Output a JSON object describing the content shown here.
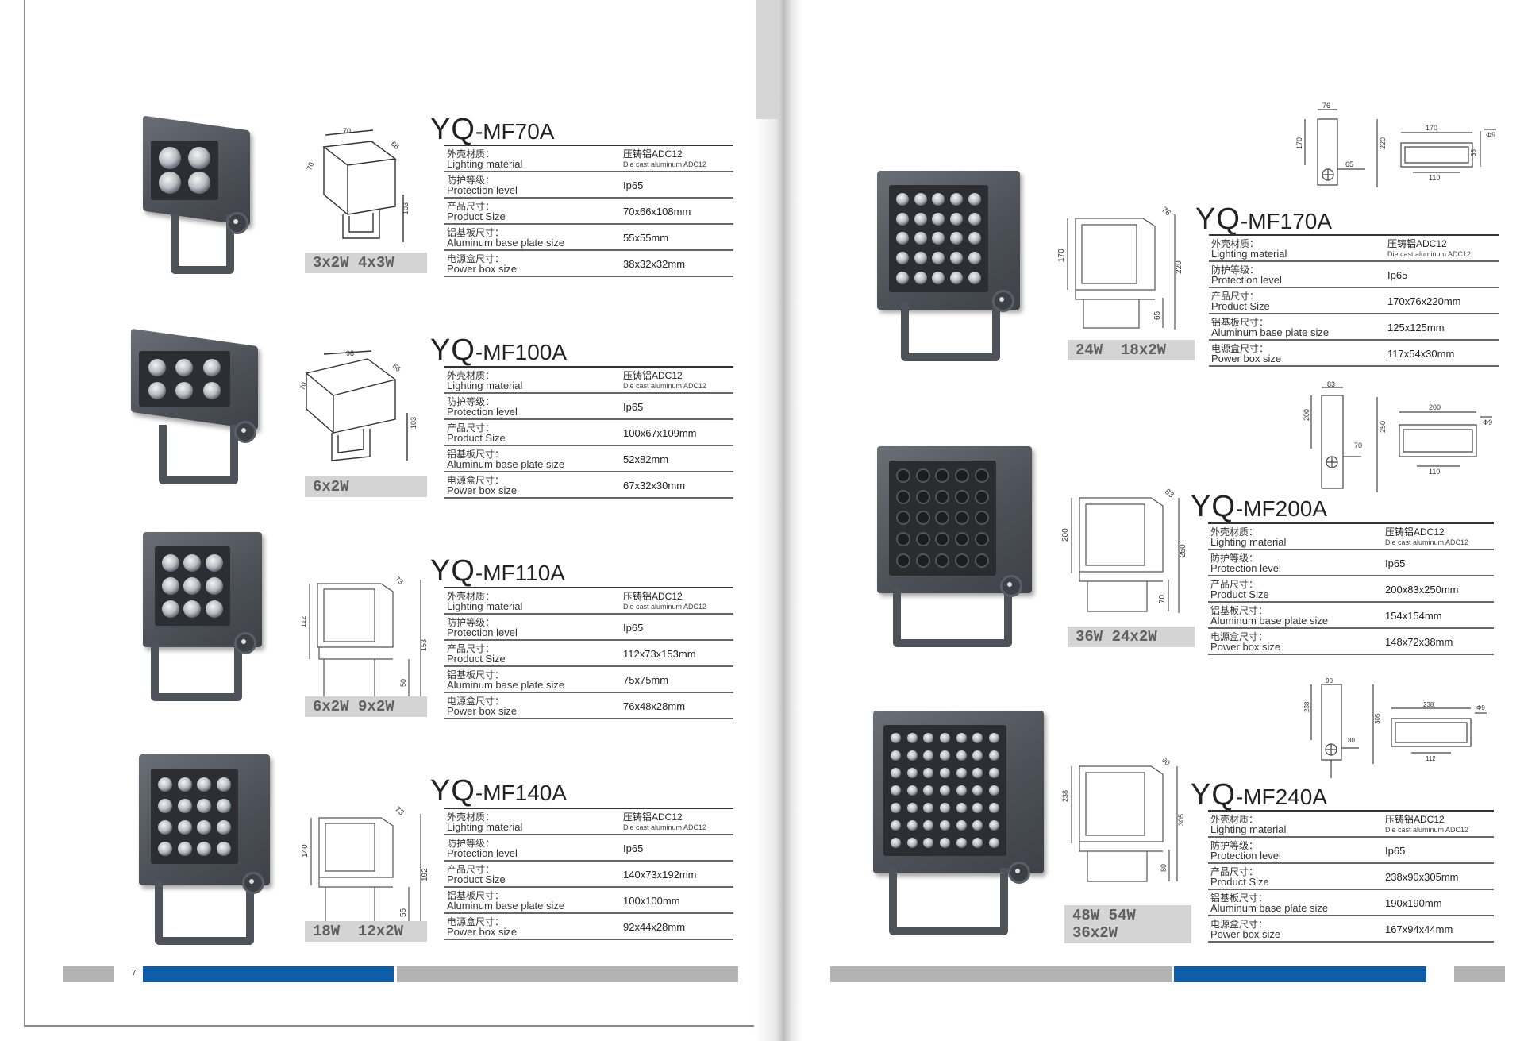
{
  "left_products": [
    {
      "model_prefix": "YQ",
      "model_suffix": "-MF70A",
      "badge": "3x2W 4x3W",
      "dims": [
        "70",
        "66",
        "70",
        "103"
      ],
      "specs": {
        "material_cn": "外壳材质：",
        "material_en": "Lighting material",
        "material_val_cn": "压铸铝ADC12",
        "material_val_en": "Die cast aluminum ADC12",
        "protection_cn": "防护等级：",
        "protection_en": "Protection level",
        "protection_val": "Ip65",
        "size_cn": "产品尺寸：",
        "size_en": "Product Size",
        "size_val": "70x66x108mm",
        "plate_cn": "铝基板尺寸：",
        "plate_en": "Aluminum base plate size",
        "plate_val": "55x55mm",
        "box_cn": "电源盒尺寸：",
        "box_en": "Power box size",
        "box_val": "38x32x32mm"
      }
    },
    {
      "model_prefix": "YQ",
      "model_suffix": "-MF100A",
      "badge": "6x2W",
      "dims": [
        "98",
        "66",
        "70",
        "103"
      ],
      "specs": {
        "material_cn": "外壳材质：",
        "material_en": "Lighting material",
        "material_val_cn": "压铸铝ADC12",
        "material_val_en": "Die cast aluminum ADC12",
        "protection_cn": "防护等级：",
        "protection_en": "Protection level",
        "protection_val": "Ip65",
        "size_cn": "产品尺寸：",
        "size_en": "Product Size",
        "size_val": "100x67x109mm",
        "plate_cn": "铝基板尺寸：",
        "plate_en": "Aluminum base plate size",
        "plate_val": "52x82mm",
        "box_cn": "电源盒尺寸：",
        "box_en": "Power box size",
        "box_val": "67x32x30mm"
      }
    },
    {
      "model_prefix": "YQ",
      "model_suffix": "-MF110A",
      "badge": "6x2W 9x2W",
      "dims": [
        "73",
        "112",
        "153",
        "50"
      ],
      "specs": {
        "material_cn": "外壳材质：",
        "material_en": "Lighting material",
        "material_val_cn": "压铸铝ADC12",
        "material_val_en": "Die cast aluminum ADC12",
        "protection_cn": "防护等级：",
        "protection_en": "Protection level",
        "protection_val": "Ip65",
        "size_cn": "产品尺寸：",
        "size_en": "Product Size",
        "size_val": "112x73x153mm",
        "plate_cn": "铝基板尺寸：",
        "plate_en": "Aluminum base plate size",
        "plate_val": "75x75mm",
        "box_cn": "电源盒尺寸：",
        "box_en": "Power box size",
        "box_val": "76x48x28mm"
      }
    },
    {
      "model_prefix": "YQ",
      "model_suffix": "-MF140A",
      "badge": "18W  12x2W",
      "dims": [
        "73",
        "140",
        "192",
        "55"
      ],
      "specs": {
        "material_cn": "外壳材质：",
        "material_en": "Lighting material",
        "material_val_cn": "压铸铝ADC12",
        "material_val_en": "Die cast aluminum ADC12",
        "protection_cn": "防护等级：",
        "protection_en": "Protection level",
        "protection_val": "Ip65",
        "size_cn": "产品尺寸：",
        "size_en": "Product Size",
        "size_val": "140x73x192mm",
        "plate_cn": "铝基板尺寸：",
        "plate_en": "Aluminum base plate size",
        "plate_val": "100x100mm",
        "box_cn": "电源盒尺寸：",
        "box_en": "Power box size",
        "box_val": "92x44x28mm"
      }
    }
  ],
  "right_products": [
    {
      "model_prefix": "YQ",
      "model_suffix": "-MF170A",
      "badge": "24W  18x2W",
      "dims": [
        "76",
        "170",
        "220",
        "65"
      ],
      "side_dims": [
        "76",
        "170",
        "220",
        "65",
        "170",
        "110",
        "35",
        "Φ9"
      ],
      "specs": {
        "material_cn": "外壳材质：",
        "material_en": "Lighting material",
        "material_val_cn": "压铸铝ADC12",
        "material_val_en": "Die cast aluminum ADC12",
        "protection_cn": "防护等级：",
        "protection_en": "Protection level",
        "protection_val": "Ip65",
        "size_cn": "产品尺寸：",
        "size_en": "Product Size",
        "size_val": "170x76x220mm",
        "plate_cn": "铝基板尺寸：",
        "plate_en": "Aluminum base plate size",
        "plate_val": "125x125mm",
        "box_cn": "电源盒尺寸：",
        "box_en": "Power box size",
        "box_val": "117x54x30mm"
      }
    },
    {
      "model_prefix": "YQ",
      "model_suffix": "-MF200A",
      "badge": "36W 24x2W",
      "dims": [
        "83",
        "200",
        "250",
        "70"
      ],
      "side_dims": [
        "83",
        "200",
        "250",
        "70",
        "200",
        "110",
        "Φ9"
      ],
      "specs": {
        "material_cn": "外壳材质：",
        "material_en": "Lighting material",
        "material_val_cn": "压铸铝ADC12",
        "material_val_en": "Die cast aluminum ADC12",
        "protection_cn": "防护等级：",
        "protection_en": "Protection level",
        "protection_val": "Ip65",
        "size_cn": "产品尺寸：",
        "size_en": "Product Size",
        "size_val": "200x83x250mm",
        "plate_cn": "铝基板尺寸：",
        "plate_en": "Aluminum base plate size",
        "plate_val": "154x154mm",
        "box_cn": "电源盒尺寸：",
        "box_en": "Power box size",
        "box_val": "148x72x38mm"
      }
    },
    {
      "model_prefix": "YQ",
      "model_suffix": "-MF240A",
      "badge": "48W 54W\n36x2W",
      "dims": [
        "90",
        "238",
        "305",
        "80"
      ],
      "side_dims": [
        "90",
        "238",
        "305",
        "80",
        "238",
        "112",
        "Φ9"
      ],
      "specs": {
        "material_cn": "外壳材质：",
        "material_en": "Lighting material",
        "material_val_cn": "压铸铝ADC12",
        "material_val_en": "Die cast aluminum ADC12",
        "protection_cn": "防护等级：",
        "protection_en": "Protection level",
        "protection_val": "Ip65",
        "size_cn": "产品尺寸：",
        "size_en": "Product Size",
        "size_val": "238x90x305mm",
        "plate_cn": "铝基板尺寸：",
        "plate_en": "Aluminum base plate size",
        "plate_val": "190x190mm",
        "box_cn": "电源盒尺寸：",
        "box_en": "Power box size",
        "box_val": "167x94x44mm"
      }
    }
  ],
  "footer": {
    "page_number": "7",
    "accent": "#0f5ca8",
    "gray": "#b3b3b3"
  }
}
